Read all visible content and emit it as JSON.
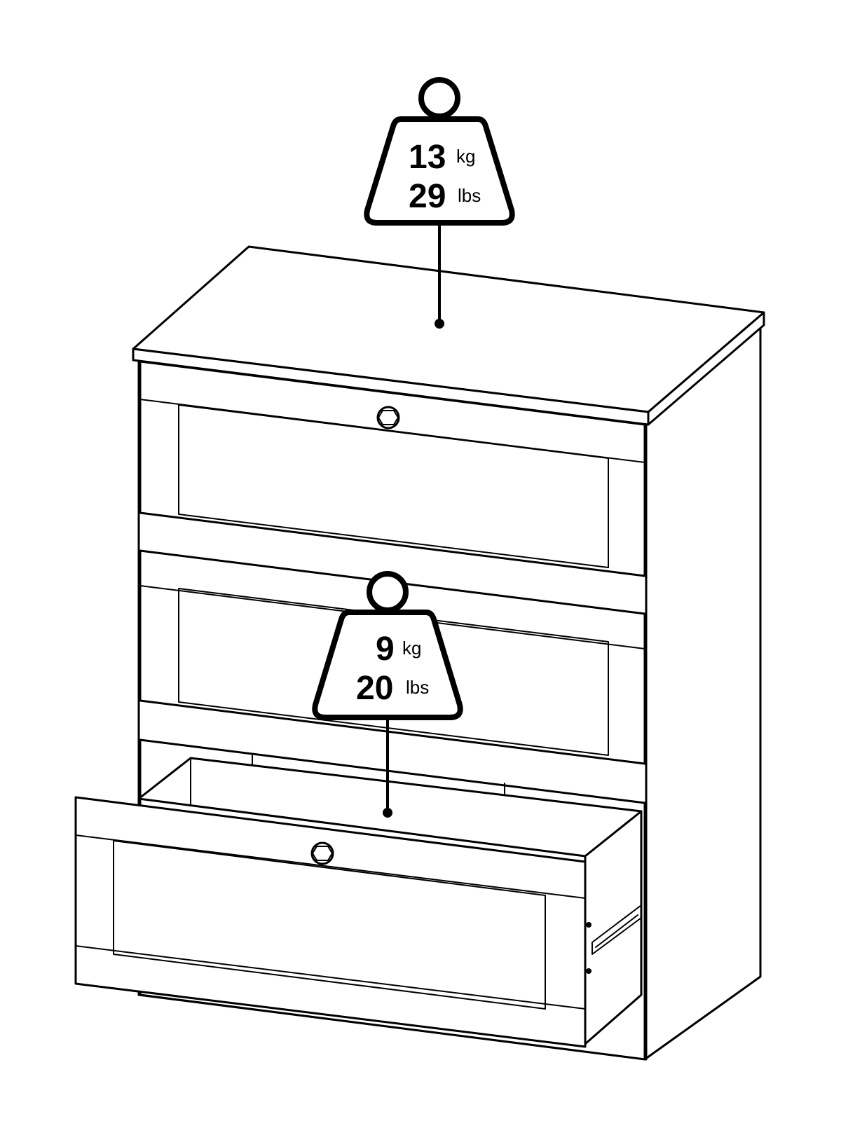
{
  "weights": {
    "top": {
      "kg_value": "13",
      "kg_unit": "kg",
      "lbs_value": "29",
      "lbs_unit": "lbs"
    },
    "drawer": {
      "kg_value": "9",
      "kg_unit": "kg",
      "lbs_value": "20",
      "lbs_unit": "lbs"
    }
  },
  "colors": {
    "line": "#000000",
    "background": "#ffffff"
  },
  "icons": [
    "weight-icon",
    "drawer-knob-icon"
  ]
}
